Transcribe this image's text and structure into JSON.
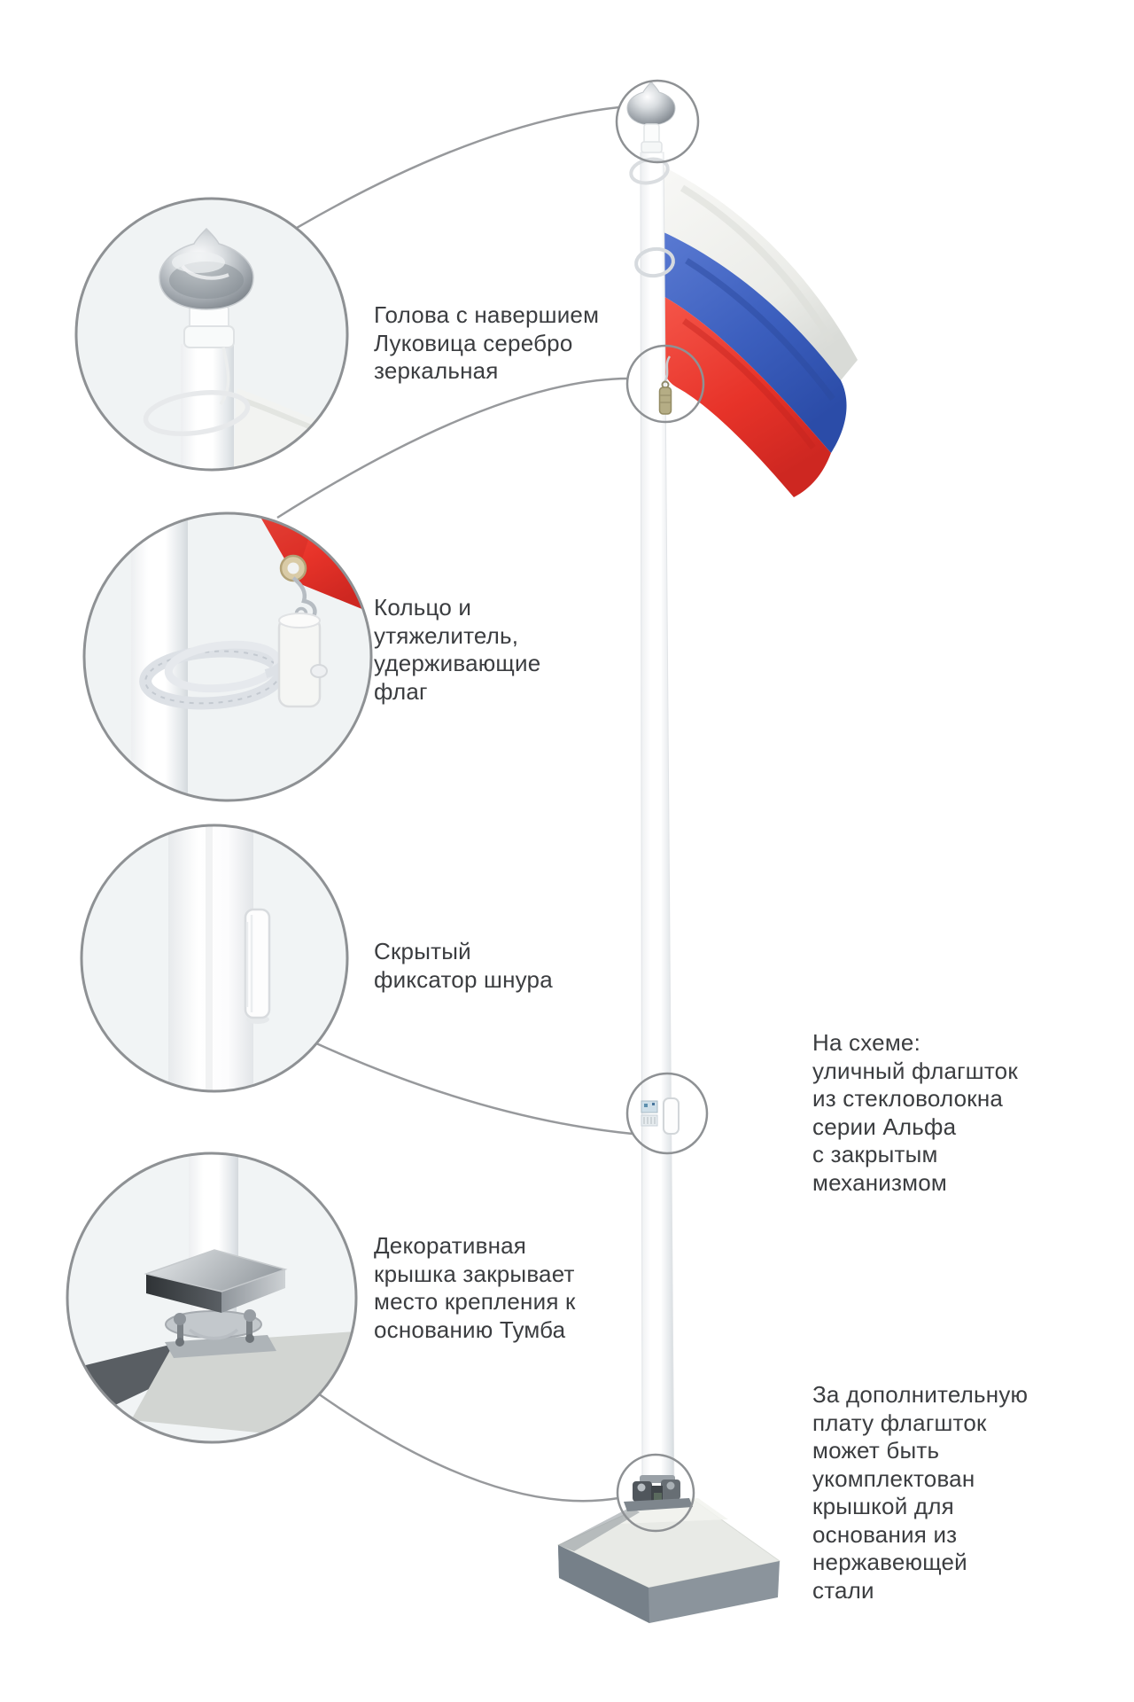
{
  "callouts": [
    {
      "name": "head-finial",
      "lines": [
        "Голова с навершием",
        "Луковица серебро",
        "зеркальная"
      ]
    },
    {
      "name": "ring-weight",
      "lines": [
        "Кольцо и",
        "утяжелитель,",
        "удерживающие",
        "флаг"
      ]
    },
    {
      "name": "cord-lock",
      "lines": [
        "Скрытый",
        "фиксатор шнура"
      ]
    },
    {
      "name": "decorative-cap",
      "lines": [
        "Декоративная",
        "крышка закрывает",
        "место крепления к",
        "основанию Тумба"
      ]
    }
  ],
  "notes": [
    {
      "name": "scheme-note",
      "lines": [
        "На схеме:",
        "уличный флагшток",
        "из стекловолокна",
        "серии Альфа",
        "с закрытым",
        "механизмом"
      ]
    },
    {
      "name": "option-note",
      "lines": [
        "За дополнительную",
        "плату флагшток",
        "может быть",
        "укомплектован",
        "крышкой для",
        "основания из",
        "нержавеющей",
        "стали"
      ]
    }
  ],
  "colors": {
    "text": "#3b3d40",
    "connector_line": "#97999c",
    "circle_stroke": "#8e9194",
    "circle_fill": "#f0f3f4",
    "flag_white": "#f4f5f2",
    "flag_blue": "#3c5fbe",
    "flag_red": "#e73329",
    "pole_white": "#ffffff",
    "base_top": "#e8eae6",
    "base_bottom": "#8b949c",
    "finial_silver": "#a7adb3"
  }
}
